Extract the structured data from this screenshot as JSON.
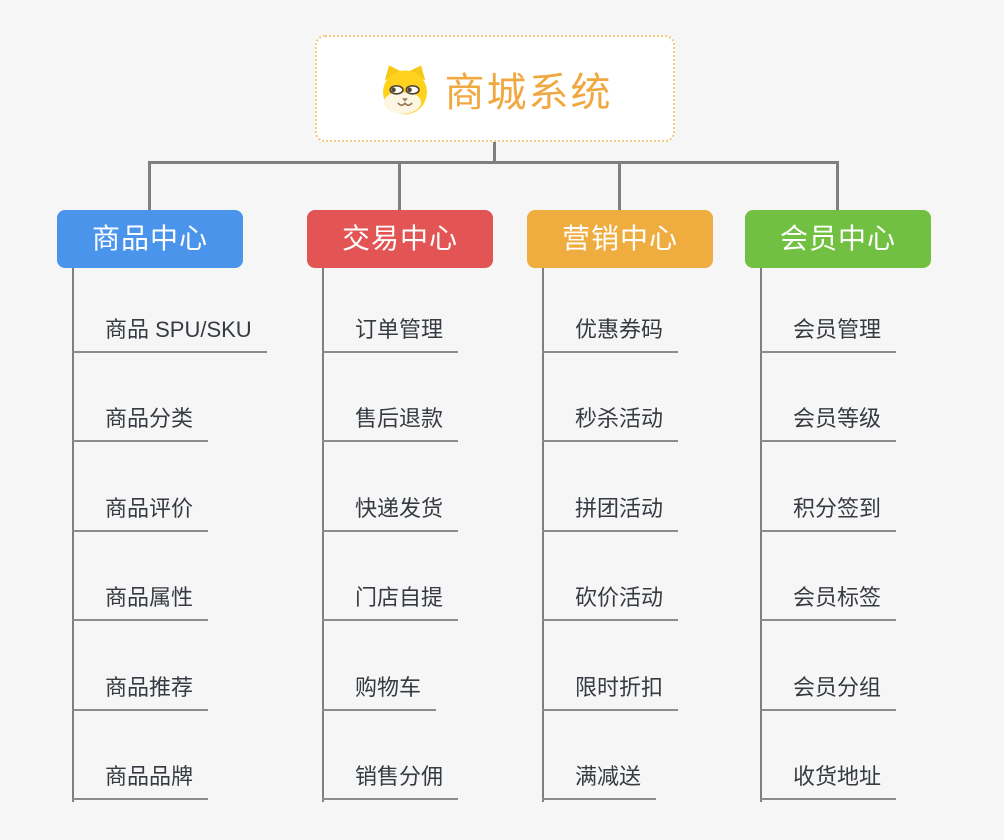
{
  "page": {
    "background": "#f6f6f6",
    "connector_color": "#7f7f7f",
    "leaf_underline_color": "#8c8c8c",
    "leaf_text_color": "#363b42"
  },
  "root": {
    "title": "商城系统",
    "icon": "dog-face-icon",
    "text_color": "#f0a840",
    "border_color": "#f5c87e"
  },
  "branches": [
    {
      "label": "商品中心",
      "color": "#4a94ec",
      "children": [
        "商品 SPU/SKU",
        "商品分类",
        "商品评价",
        "商品属性",
        "商品推荐",
        "商品品牌"
      ]
    },
    {
      "label": "交易中心",
      "color": "#e25554",
      "children": [
        "订单管理",
        "售后退款",
        "快递发货",
        "门店自提",
        "购物车",
        "销售分佣"
      ]
    },
    {
      "label": "营销中心",
      "color": "#eead3e",
      "children": [
        "优惠券码",
        "秒杀活动",
        "拼团活动",
        "砍价活动",
        "限时折扣",
        "满减送"
      ]
    },
    {
      "label": "会员中心",
      "color": "#72c041",
      "children": [
        "会员管理",
        "会员等级",
        "积分签到",
        "会员标签",
        "会员分组",
        "收货地址"
      ]
    }
  ]
}
